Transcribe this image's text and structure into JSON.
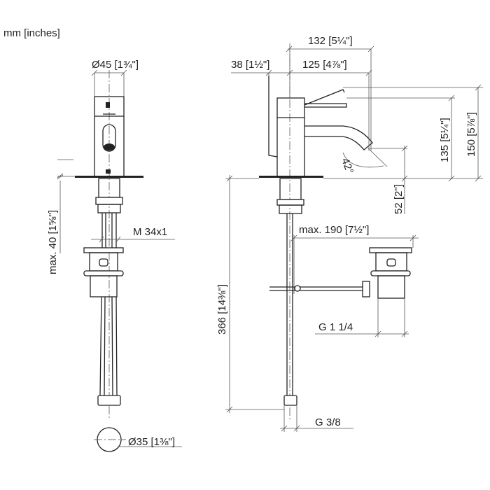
{
  "units_label": "mm [inches]",
  "front_view": {
    "diameter_top": "Ø45 [1¾\"]",
    "max_depth": "max. 40 [1⅝\"]",
    "thread": "M 34x1",
    "diameter_bottom": "Ø35 [1⅜\"]"
  },
  "side_view": {
    "overall_reach": "132 [5¼\"]",
    "spout_reach": "125 [4⅞\"]",
    "lever_offset": "38 [1½\"]",
    "spout_height": "135 [5¼\"]",
    "total_height": "150 [5⅞\"]",
    "outlet_height": "52 [2\"]",
    "angle": "42°",
    "hose_length": "366 [14⅜\"]",
    "max_reach": "max. 190 [7½\"]",
    "waste_thread": "G 1 1/4",
    "supply_thread": "G 3/8"
  }
}
